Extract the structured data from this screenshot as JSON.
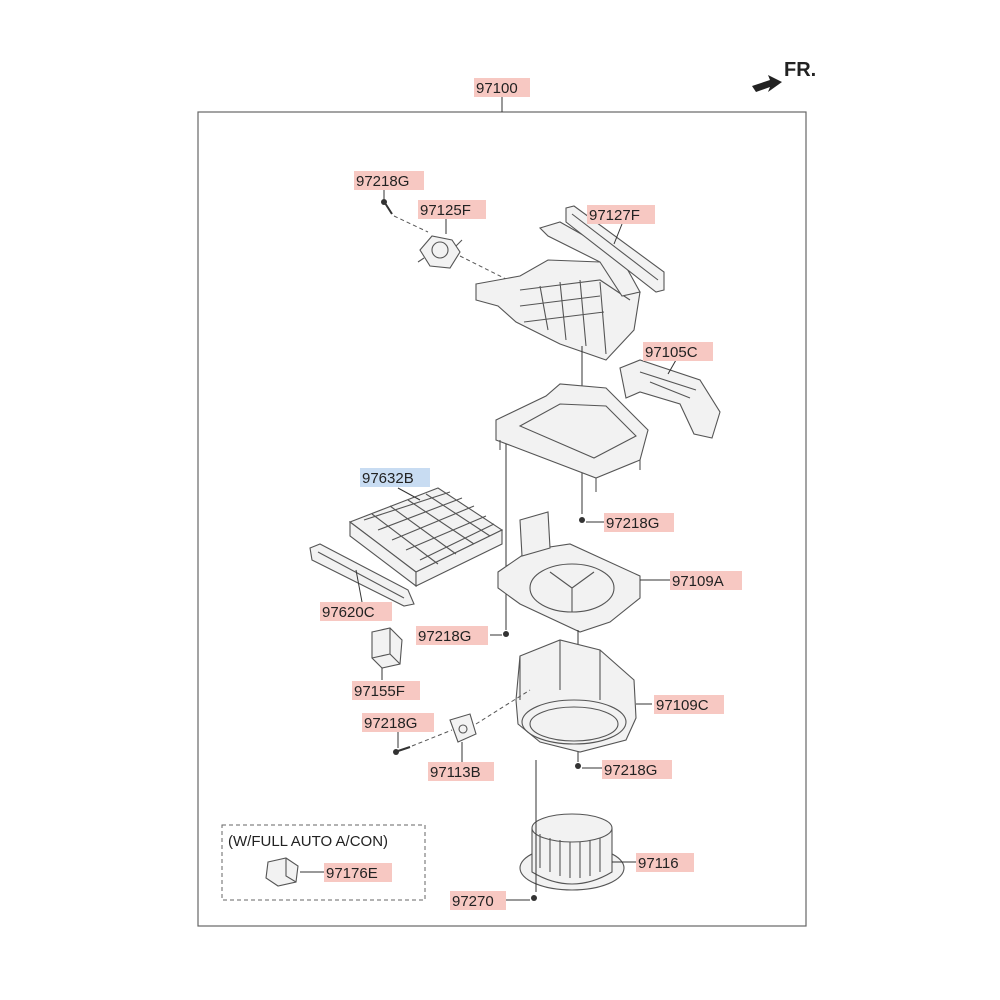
{
  "direction_label": "FR.",
  "assembly_label": "97100",
  "option_box_label": "(W/FULL AUTO A/CON)",
  "parts": {
    "p97218g_top": "97218G",
    "p97125f": "97125F",
    "p97127f": "97127F",
    "p97105c": "97105C",
    "p97632b": "97632B",
    "p97218g_right1": "97218G",
    "p97109a": "97109A",
    "p97620c": "97620C",
    "p97218g_mid": "97218G",
    "p97155f": "97155F",
    "p97109c": "97109C",
    "p97218g_left": "97218G",
    "p97113b": "97113B",
    "p97218g_right2": "97218G",
    "p97176e": "97176E",
    "p97116": "97116",
    "p97270": "97270"
  },
  "highlight_color_default": "#f7c8c2",
  "highlight_color_selected": "#c8dcf2"
}
